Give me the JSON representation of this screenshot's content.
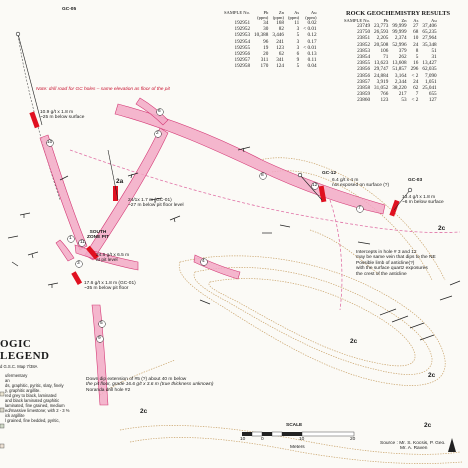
{
  "holes": {
    "gc05": "GC-05",
    "gc12": "GC-12",
    "gc03": "GC-03"
  },
  "notes": {
    "drill_road": "Note: drill road for GC holes – same elevation as floor of the pit",
    "intercept_1a": "10.9 g/t x 1.8 m",
    "intercept_1b": "~25 m below surface",
    "intercept_2a": "24/1x 1.7 m (GC-01)",
    "intercept_2b": "~27 m below pit floor level",
    "intercept_3a": "24.6 g/t x 6.5 m",
    "intercept_3b": "at pit level",
    "intercept_4a": "17.6 g/t x 1.8 m (GC-01)",
    "intercept_4b": "~35 m below pit floor",
    "intercept_5a": "6.4 g/t x 4 m",
    "intercept_5b": "not exposed on surface (?)",
    "intercept_6a": "13.4 g/t x 1.8 m",
    "intercept_6b": "~6 m below surface",
    "anticline_1": "Intercepts in hole # 3 and 12",
    "anticline_2": "may be same vein that dips to the NE",
    "anticline_3": "Possible limb of anticline(?)",
    "anticline_4": "with the surface quartz exposures",
    "anticline_5": "the crest of the anticline",
    "downdip_1": "Down dip extension of #5 (?) about 40 m below",
    "downdip_2": "the pit floor, grade 16.6 g/t x 3.6 m (true thickness unknown)",
    "downdip_3": "Noranda drill hole #2",
    "south_zone": "SOUTH ZONE PIT"
  },
  "zones": {
    "z2a": "2a",
    "z2c_1": "2c",
    "z2c_2": "2c",
    "z2c_3": "2c",
    "z2c_4": "2c",
    "z2c_5": "2c"
  },
  "vein_numbers": [
    "1",
    "2",
    "3",
    "4",
    "5",
    "6",
    "7",
    "8",
    "9",
    "10",
    "11",
    "12"
  ],
  "sample_table": {
    "title": "ROCK GEOCHEMISTRY  RESULTS",
    "headers": [
      "SAMPLE No.",
      "Pb",
      "Zn",
      "As",
      "Au"
    ],
    "units": [
      "",
      "(ppm)",
      "(ppm)",
      "(ppm)",
      "(ppm)"
    ],
    "left_rows": [
      [
        "192951",
        "34",
        "168",
        "11",
        "0.02"
      ],
      [
        "192952",
        "30",
        "82",
        "3",
        "< 0.01"
      ],
      [
        "192953",
        "10,388",
        "3,446",
        "5",
        "0.12"
      ],
      [
        "192954",
        "96",
        "241",
        "3",
        "0.17"
      ],
      [
        "192955",
        "19",
        "123",
        "3",
        "< 0.01"
      ],
      [
        "192956",
        "20",
        "62",
        "6",
        "0.13"
      ],
      [
        "192957",
        "311",
        "341",
        "9",
        "0.11"
      ],
      [
        "192958",
        "170",
        "124",
        "5",
        "0.04"
      ]
    ],
    "right_rows": [
      [
        "23749",
        "23,773",
        "99,999",
        "27",
        "37,406"
      ],
      [
        "23750",
        "26,593",
        "99,999",
        "68",
        "65,235"
      ],
      [
        "23851",
        "2,205",
        "2,374",
        "10",
        "27,964"
      ],
      [
        "23852",
        "20,508",
        "52,996",
        "24",
        "35,348"
      ],
      [
        "23853",
        "106",
        "379",
        "8",
        "51"
      ],
      [
        "23854",
        "71",
        "262",
        "5",
        "31"
      ],
      [
        "23855",
        "13,623",
        "13,608",
        "16",
        "13,427"
      ],
      [
        "23856",
        "29,747",
        "51,857",
        "296",
        "62,035"
      ],
      [
        "23856",
        "24,884",
        "3,164",
        "< 2",
        "7,090"
      ],
      [
        "23857",
        "3,919",
        "2,344",
        "24",
        "1,051"
      ],
      [
        "23858",
        "31,052",
        "38,220",
        "62",
        "25,041"
      ],
      [
        "23859",
        "766",
        "217",
        "7",
        "655"
      ],
      [
        "23860",
        "123",
        "53",
        "< 2",
        "127"
      ]
    ]
  },
  "legend": {
    "title": "OGIC  LEGEND",
    "subtitle": "d G.S.C. Map 7/38A",
    "items": [
      "ufermentary",
      "an",
      "ds, graphitic, pyritic, slaty, finely",
      "y, graphitic argillite.",
      "red grey to black, laminated",
      "and black laminated graphitic",
      "laminated, fine grained, medium",
      "ed/massive limestone; with 2 - 3 %",
      "ick argillite",
      "l grained, fine bedded, pyritic,"
    ]
  },
  "scale": {
    "title": "SCALE",
    "ticks": [
      "10",
      "0",
      "10",
      "20"
    ],
    "unit": "Meters"
  },
  "source": {
    "line1": "Source :  Mr. S. Kocsis, P. Geo.",
    "line2": "Mr. A. Raven"
  },
  "colors": {
    "vein_pink": "#f2a9c6",
    "vein_stroke": "#d43a76",
    "pit_contour": "#c9a36a",
    "intercept_red": "#e01020",
    "annotation_red": "#c8102e"
  }
}
